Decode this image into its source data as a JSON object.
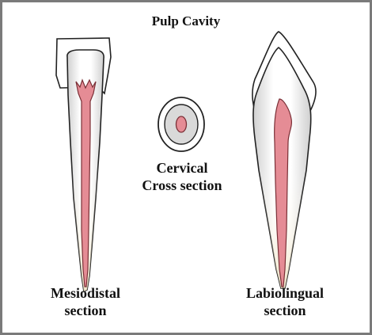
{
  "figure": {
    "title": "Pulp Cavity",
    "views": [
      {
        "line1": "Mesiodistal",
        "line2": "section"
      },
      {
        "line1": "Cervical",
        "line2": "Cross section"
      },
      {
        "line1": "Labiolingual",
        "line2": "section"
      }
    ]
  },
  "colors": {
    "frame": "#7a7a7a",
    "pulp": "#e58c95",
    "pulp_outline": "#7a2f36",
    "dentin_light": "#ffffff",
    "dentin_grey": "#d9d9d9",
    "root_tint": "#f3ead2",
    "outline": "#222222"
  }
}
